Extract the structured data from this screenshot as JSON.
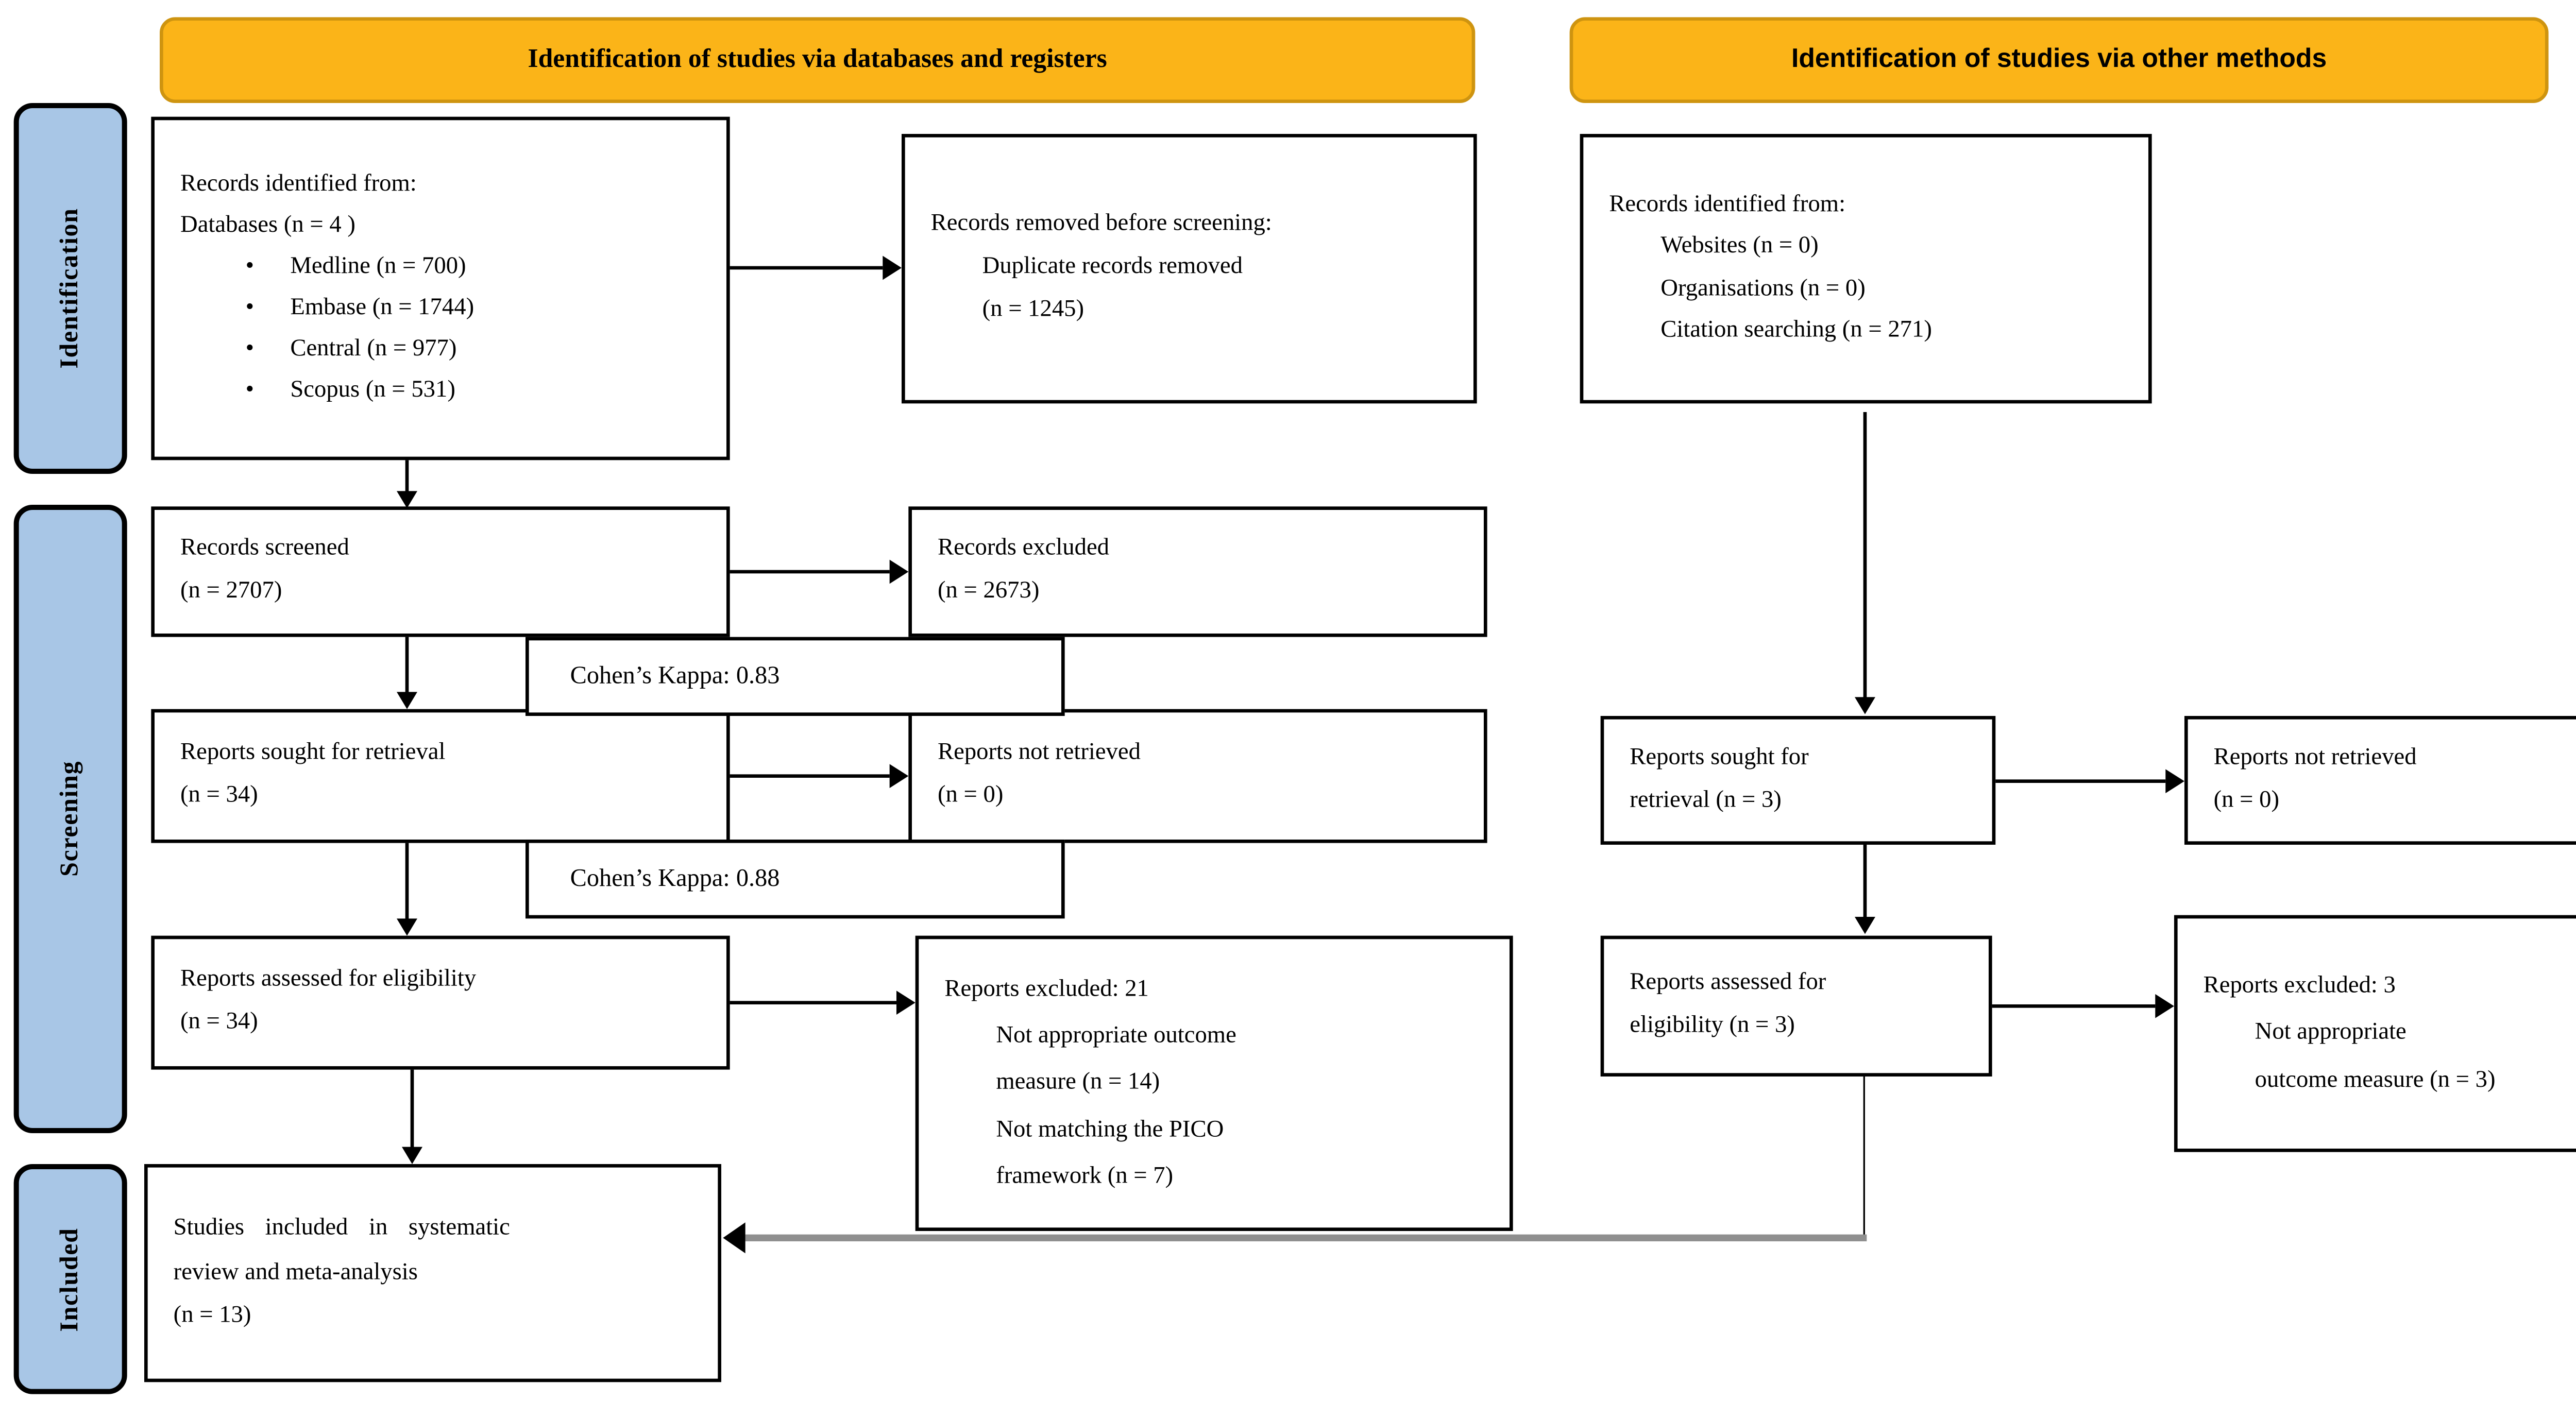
{
  "headers": {
    "databases": "Identification of studies via databases and registers",
    "other": "Identification of studies via other methods"
  },
  "sidebar": {
    "identification": "Identification",
    "screening": "Screening",
    "included": "Included"
  },
  "colors": {
    "header_bg": "#FBB418",
    "header_border": "#CE9410",
    "sidebar_bg": "#A8C6E6",
    "arrow_gray": "#8F8F8F",
    "box_border": "#000000"
  },
  "boxes": {
    "records_identified_db": {
      "title": "Records identified from:",
      "subtitle": "Databases (n = 4 )",
      "b1": "Medline (n = 700)",
      "b2": "Embase (n = 1744)",
      "b3": "Central (n = 977)",
      "b4": "Scopus (n = 531)"
    },
    "records_removed": {
      "title": "Records removed before screening:",
      "l1": "Duplicate records removed",
      "l2": "(n = 1245)"
    },
    "records_screened": {
      "l1": "Records screened",
      "l2": "(n = 2707)"
    },
    "records_excluded": {
      "l1": "Records excluded",
      "l2": "(n = 2673)"
    },
    "kappa1": "Cohen’s Kappa: 0.83",
    "reports_sought": {
      "l1": "Reports sought for retrieval",
      "l2": "(n = 34)"
    },
    "reports_not_retrieved": {
      "l1": "Reports not retrieved",
      "l2": "(n = 0)"
    },
    "kappa2": "Cohen’s Kappa: 0.88",
    "reports_assessed": {
      "l1": "Reports assessed for eligibility",
      "l2": "(n = 34)"
    },
    "reports_excluded_21": {
      "title": "Reports excluded: 21",
      "l1": "Not appropriate outcome",
      "l2": "measure (n = 14)",
      "l3": "Not matching the PICO",
      "l4": "framework (n = 7)"
    },
    "studies_included": {
      "l1": "Studies included in systematic",
      "l2": "review and meta-analysis",
      "l3": "(n = 13)"
    },
    "records_identified_other": {
      "title": "Records identified from:",
      "l1": "Websites (n = 0)",
      "l2": "Organisations (n = 0)",
      "l3": "Citation searching (n = 271)"
    },
    "reports_sought_other": {
      "l1": "Reports sought for",
      "l2": "retrieval (n = 3)"
    },
    "reports_not_retrieved_other": {
      "l1": "Reports not retrieved",
      "l2": "(n = 0)"
    },
    "reports_assessed_other": {
      "l1": "Reports assessed for",
      "l2": "eligibility (n = 3)"
    },
    "reports_excluded_3": {
      "title": "Reports excluded: 3",
      "l1": "Not appropriate",
      "l2": "outcome measure (n = 3)"
    }
  }
}
